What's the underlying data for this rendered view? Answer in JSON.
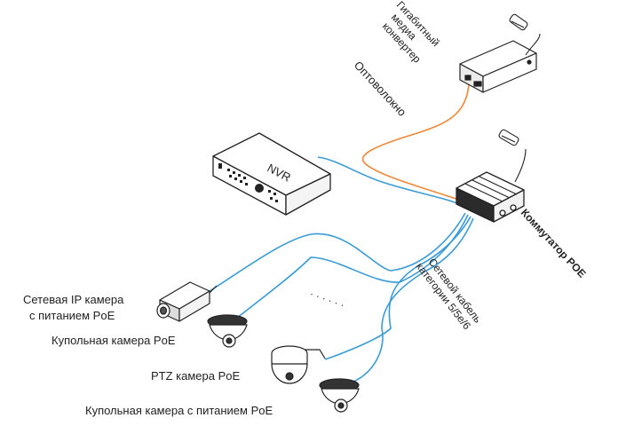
{
  "labels": {
    "media_converter": [
      "Гигабитный",
      "медиа",
      "конвертер"
    ],
    "fiber": "Оптоволокно",
    "nvr": "NVR",
    "switch": "Коммутатор POE",
    "cable": [
      "Сетевой кабель",
      "категории 5/5e/6"
    ],
    "ip_camera": [
      "Сетевая IP камера",
      "с питанием PoE"
    ],
    "dome_camera": "Купольная камера PoE",
    "ptz_camera": "PTZ камера PoE",
    "dome_camera_poe": "Купольная камера с питанием PoE",
    "more_devices": "· · · · · ·"
  },
  "colors": {
    "fiber": "#f0883a",
    "network_cable": "#3a9bd5",
    "device_outline": "#222222",
    "text": "#222222"
  }
}
